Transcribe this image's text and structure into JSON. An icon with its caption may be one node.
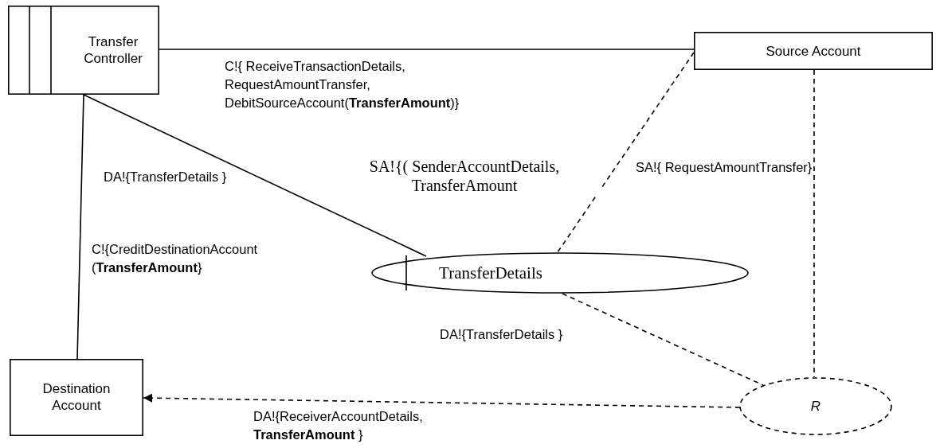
{
  "diagram": {
    "nodes": [
      {
        "text": [
          "Transfer Controller"
        ]
      },
      {
        "text": [
          "Source Account"
        ]
      },
      {
        "text": [
          "TransferDetails"
        ]
      },
      {
        "text": [
          "Destination Account"
        ]
      },
      {
        "text": [
          "R"
        ]
      }
    ],
    "edges": [
      {
        "from": 0,
        "to": 1,
        "arrow": "none",
        "label": "C!{ ReceiveTransactionDetails, RequestAmountTransfer, DebitSourceAccount(**TransferAmount**)}"
      },
      {
        "from": 0,
        "to": 2,
        "arrow": "none",
        "label": "DA!{TransferDetails }"
      },
      {
        "from": 0,
        "to": 3,
        "arrow": "none",
        "label": "C!{CreditDestinationAccount (**TransferAmount**}"
      },
      {
        "from": 1,
        "to": 2,
        "arrow": "none",
        "style": "dashed",
        "label": "SA!{( SenderAccountDetails, TransferAmount"
      },
      {
        "from": 1,
        "to": 4,
        "arrow": "none",
        "style": "dashed",
        "label": "SA!{ RequestAmountTransfer}"
      },
      {
        "from": 2,
        "to": 4,
        "arrow": "none",
        "style": "dashed",
        "label": "DA!{TransferDetails }"
      },
      {
        "from": 4,
        "to": 3,
        "arrow": "to",
        "style": "dashed",
        "label": "DA!{ReceiverAccountDetails, **TransferAmount** }"
      }
    ]
  }
}
